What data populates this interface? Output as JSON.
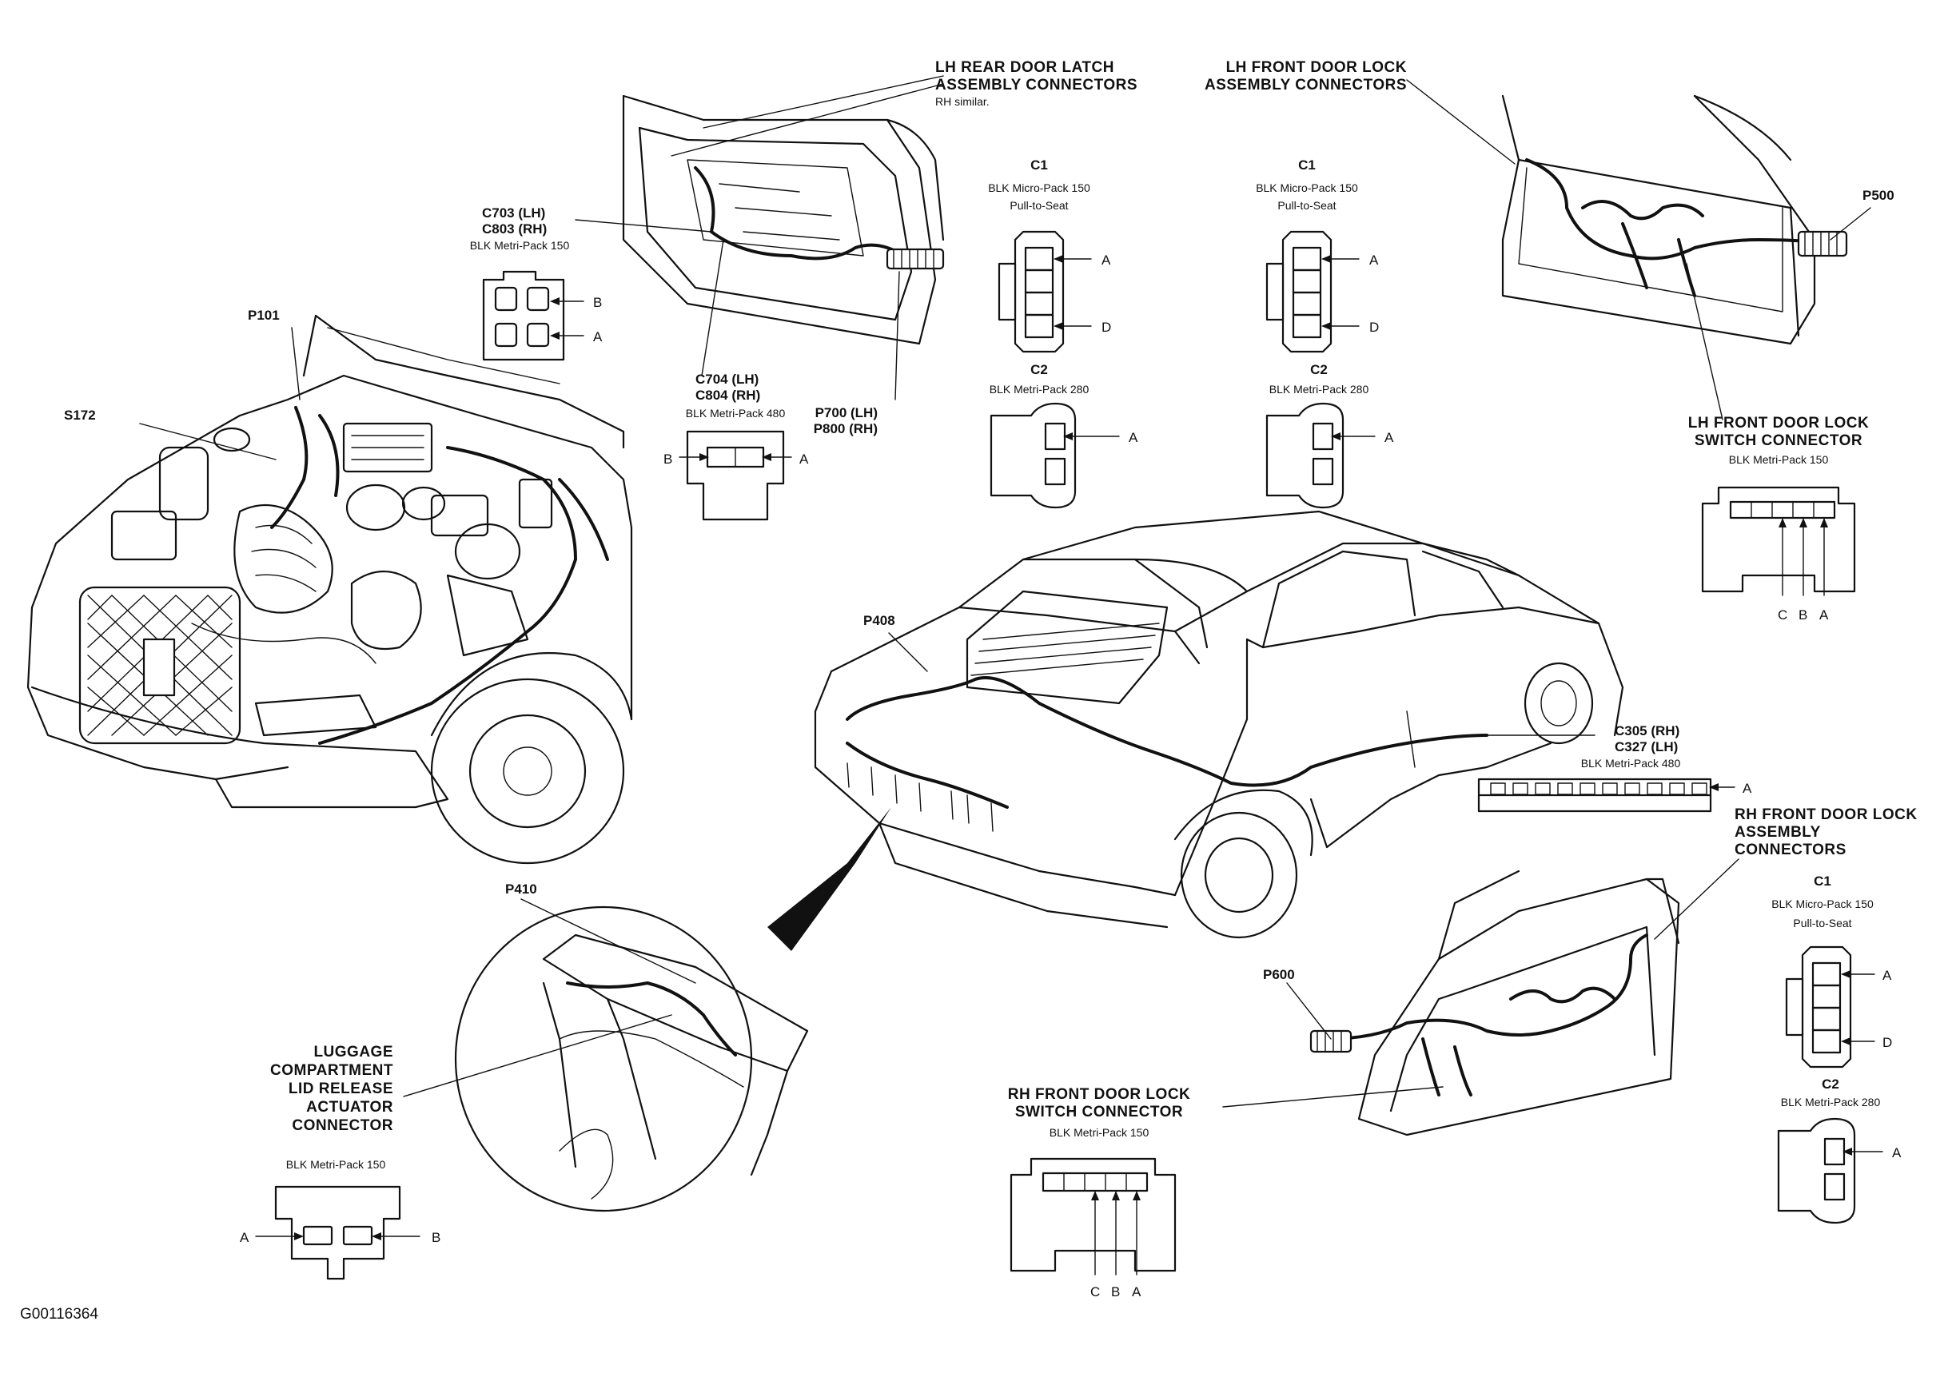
{
  "figure_id": "G00116364",
  "labels": {
    "lh_rear_latch": [
      "LH REAR DOOR LATCH",
      "ASSEMBLY CONNECTORS",
      "RH similar."
    ],
    "lh_front_lock": [
      "LH FRONT DOOR LOCK",
      "ASSEMBLY CONNECTORS"
    ],
    "lh_front_switch": [
      "LH FRONT DOOR LOCK",
      "SWITCH CONNECTOR"
    ],
    "rh_front_lock": [
      "RH FRONT DOOR LOCK",
      "ASSEMBLY",
      "CONNECTORS"
    ],
    "rh_front_switch": [
      "RH FRONT DOOR LOCK",
      "SWITCH CONNECTOR"
    ],
    "luggage": [
      "LUGGAGE",
      "COMPARTMENT",
      "LID RELEASE",
      "ACTUATOR",
      "CONNECTOR"
    ]
  },
  "refs": {
    "p101": "P101",
    "s172": "S172",
    "c703": "C703 (LH)",
    "c803": "C803 (RH)",
    "c704": "C704 (LH)",
    "c804": "C804 (RH)",
    "p700": "P700 (LH)",
    "p800": "P800 (RH)",
    "p500": "P500",
    "p408": "P408",
    "c305": "C305 (RH)",
    "c327": "C327 (LH)",
    "p410": "P410",
    "p600": "P600"
  },
  "connectors": {
    "c703_type": "BLK Metri-Pack 150",
    "c704_type": "BLK Metri-Pack 480",
    "rear_c1": {
      "id": "C1",
      "type": "BLK Micro-Pack 150",
      "note": "Pull-to-Seat",
      "pins": [
        "A",
        "D"
      ]
    },
    "rear_c2": {
      "id": "C2",
      "type": "BLK Metri-Pack 280",
      "pins": [
        "A"
      ]
    },
    "lhf_c1": {
      "id": "C1",
      "type": "BLK Micro-Pack 150",
      "note": "Pull-to-Seat",
      "pins": [
        "A",
        "D"
      ]
    },
    "lhf_c2": {
      "id": "C2",
      "type": "BLK Metri-Pack 280",
      "pins": [
        "A"
      ]
    },
    "lhf_switch_type": "BLK Metri-Pack 150",
    "c305_type": "BLK Metri-Pack 480",
    "rhf_c1": {
      "id": "C1",
      "type": "BLK Micro-Pack 150",
      "note": "Pull-to-Seat",
      "pins": [
        "A",
        "D"
      ]
    },
    "rhf_c2": {
      "id": "C2",
      "type": "BLK Metri-Pack 280",
      "pins": [
        "A"
      ]
    },
    "rhf_switch_type": "BLK Metri-Pack 150",
    "luggage_type": "BLK Metri-Pack 150"
  },
  "pins": {
    "a": "A",
    "b": "B",
    "c": "C",
    "d": "D"
  }
}
